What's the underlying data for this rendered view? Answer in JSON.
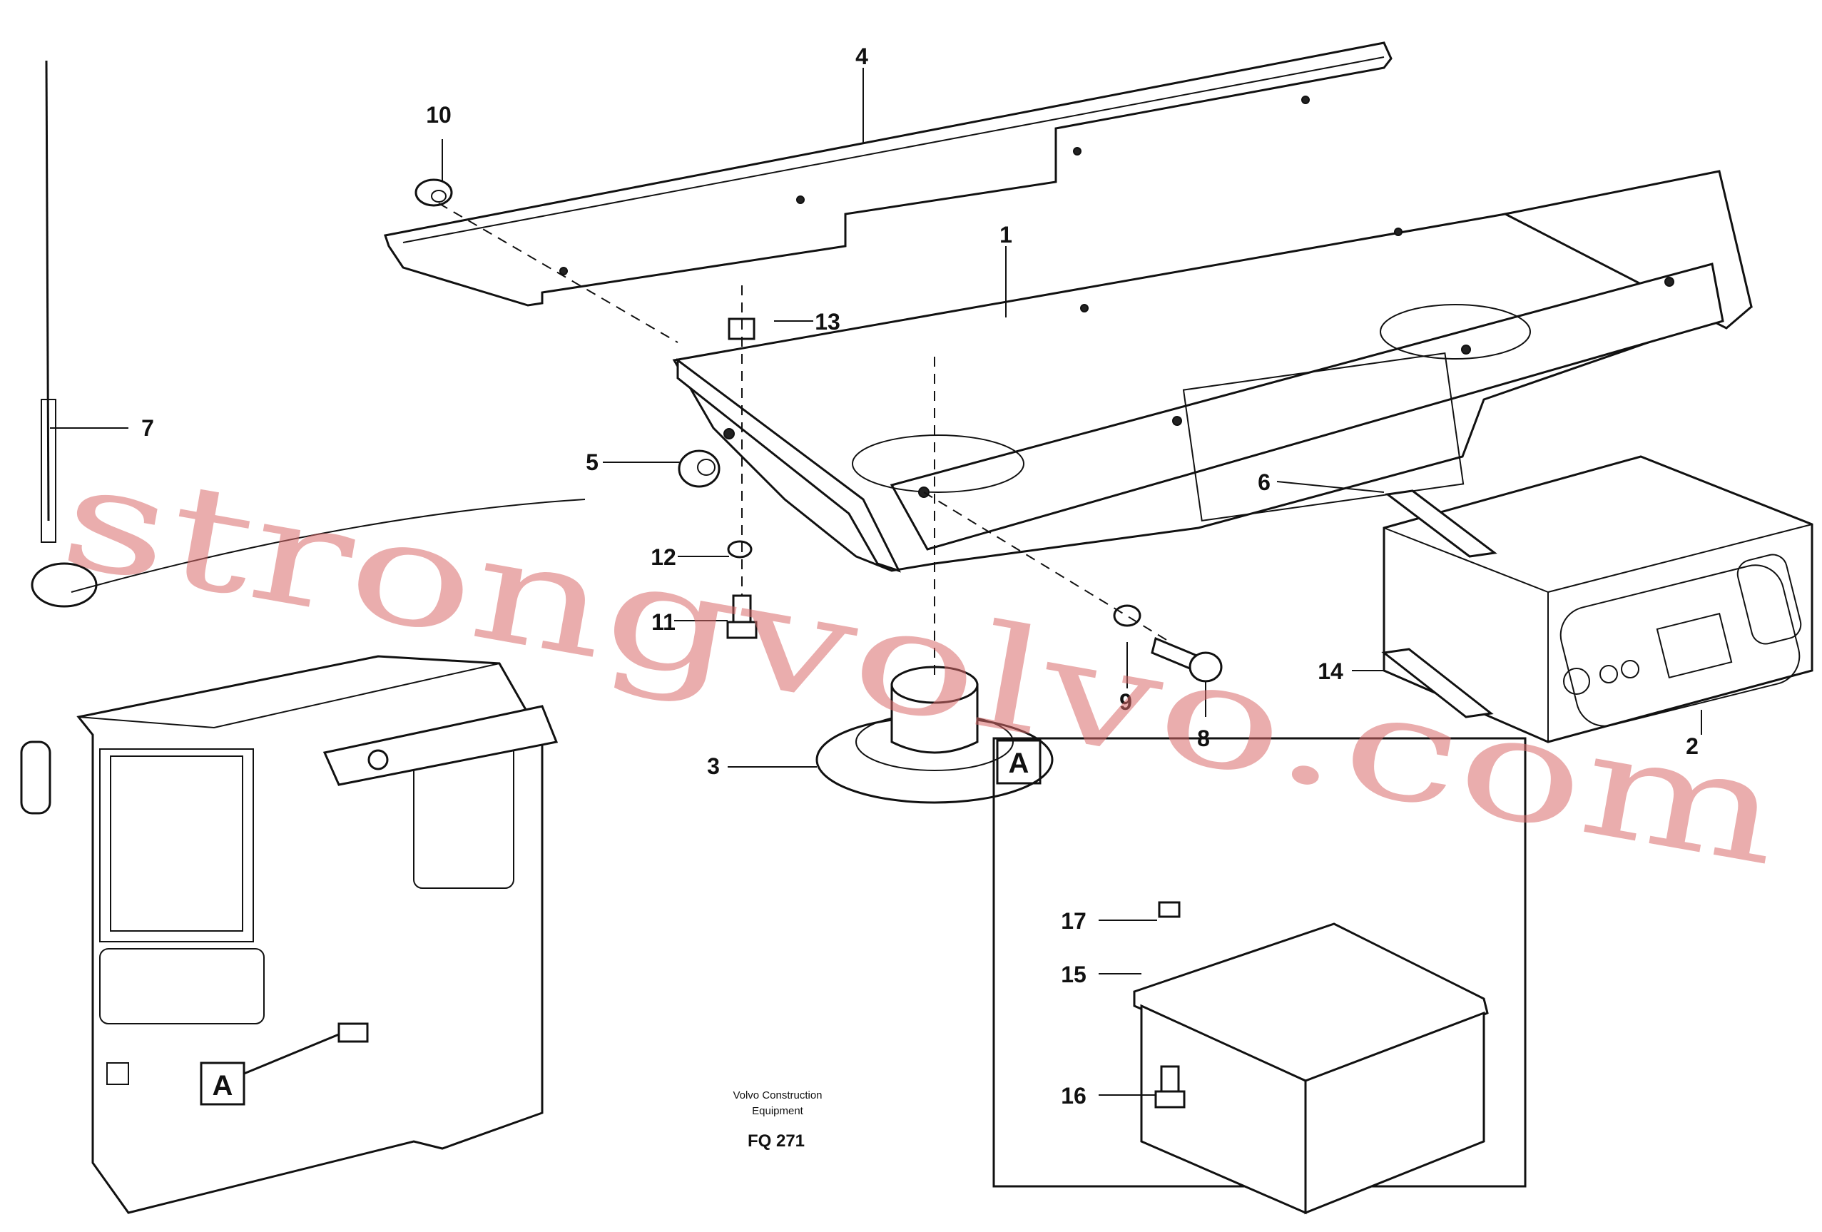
{
  "callouts": {
    "c1": "1",
    "c2": "2",
    "c3": "3",
    "c4": "4",
    "c5": "5",
    "c6": "6",
    "c7": "7",
    "c8": "8",
    "c9": "9",
    "c10": "10",
    "c11": "11",
    "c12": "12",
    "c13": "13",
    "c14": "14",
    "c15": "15",
    "c16": "16",
    "c17": "17"
  },
  "detail_label": "A",
  "cab_pointer_label": "A",
  "caption": {
    "line1": "Volvo Construction",
    "line2": "Equipment",
    "code": "FQ 271"
  },
  "watermark": "strongvolvo.com"
}
